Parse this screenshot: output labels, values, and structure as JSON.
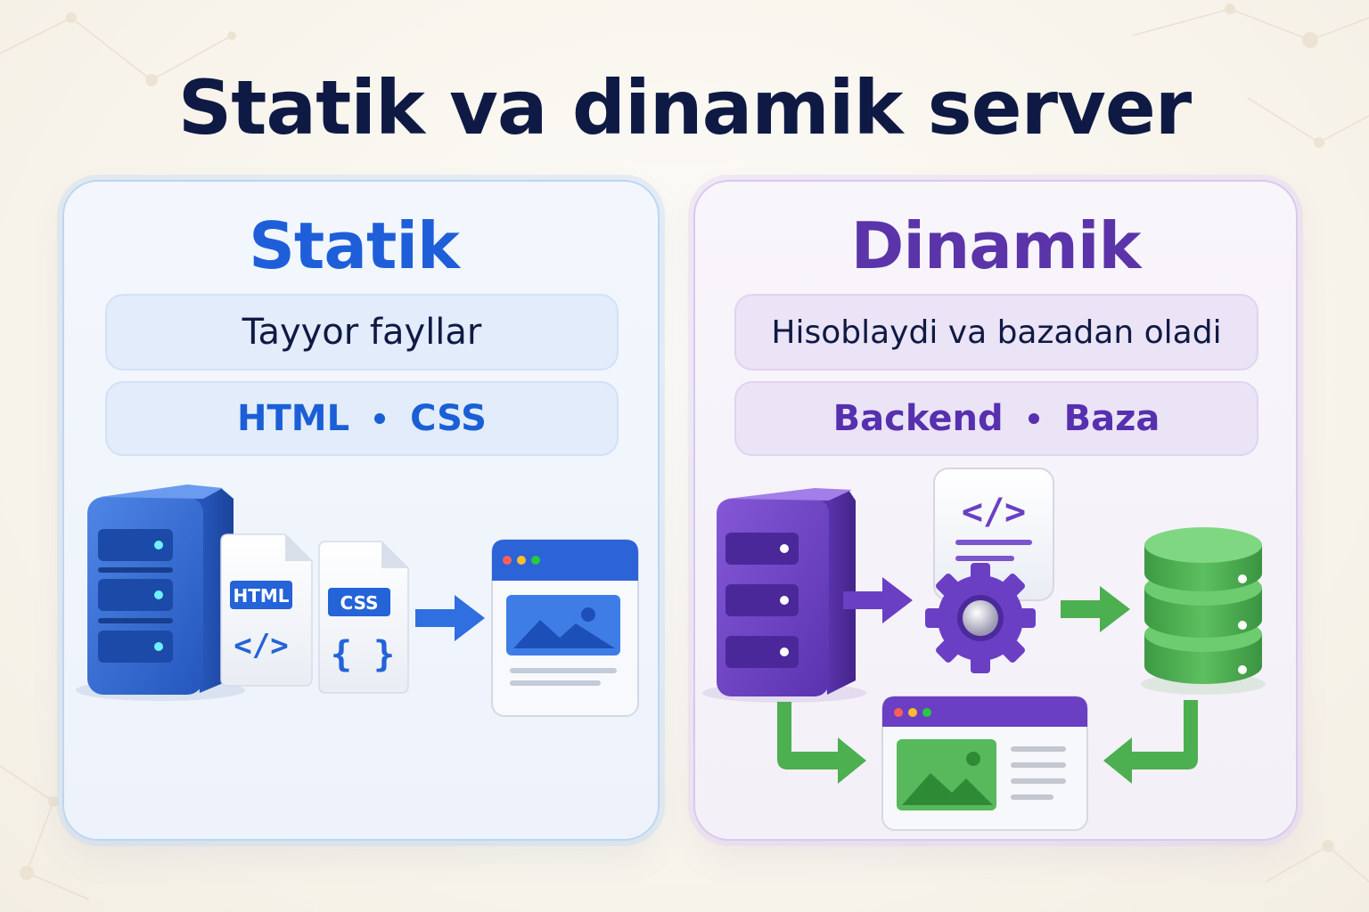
{
  "title": "Statik va dinamik server",
  "static_panel": {
    "heading": "Statik",
    "description": "Tayyor fayllar",
    "tech": [
      "HTML",
      "CSS"
    ],
    "file_badges": [
      "HTML",
      "CSS"
    ],
    "accent": "#1e5fd9"
  },
  "dynamic_panel": {
    "heading": "Dinamik",
    "description": "Hisoblaydi va bazadan oladi",
    "tech": [
      "Backend",
      "Baza"
    ],
    "accent": "#5a34a8",
    "db_color": "#4caf50"
  }
}
